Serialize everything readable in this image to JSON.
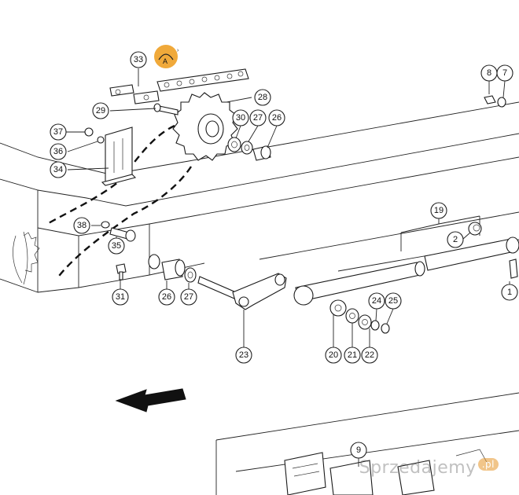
{
  "callouts": [
    {
      "label": "33"
    },
    {
      "label": "28"
    },
    {
      "label": "29"
    },
    {
      "label": "30"
    },
    {
      "label": "27"
    },
    {
      "label": "26"
    },
    {
      "label": "37"
    },
    {
      "label": "36"
    },
    {
      "label": "34"
    },
    {
      "label": "38"
    },
    {
      "label": "35"
    },
    {
      "label": "31"
    },
    {
      "label": "26"
    },
    {
      "label": "27"
    },
    {
      "label": "23"
    },
    {
      "label": "19"
    },
    {
      "label": "2"
    },
    {
      "label": "1"
    },
    {
      "label": "24"
    },
    {
      "label": "25"
    },
    {
      "label": "20"
    },
    {
      "label": "21"
    },
    {
      "label": "22"
    },
    {
      "label": "8"
    },
    {
      "label": "7"
    },
    {
      "label": "9"
    }
  ],
  "marker": {
    "label": "A",
    "color": "#f0a93a"
  },
  "watermark": {
    "text": "Sprzedajemy",
    "badge": ".pl"
  },
  "colors": {
    "line": "#1a1a1a",
    "marker": "#f0a93a"
  }
}
